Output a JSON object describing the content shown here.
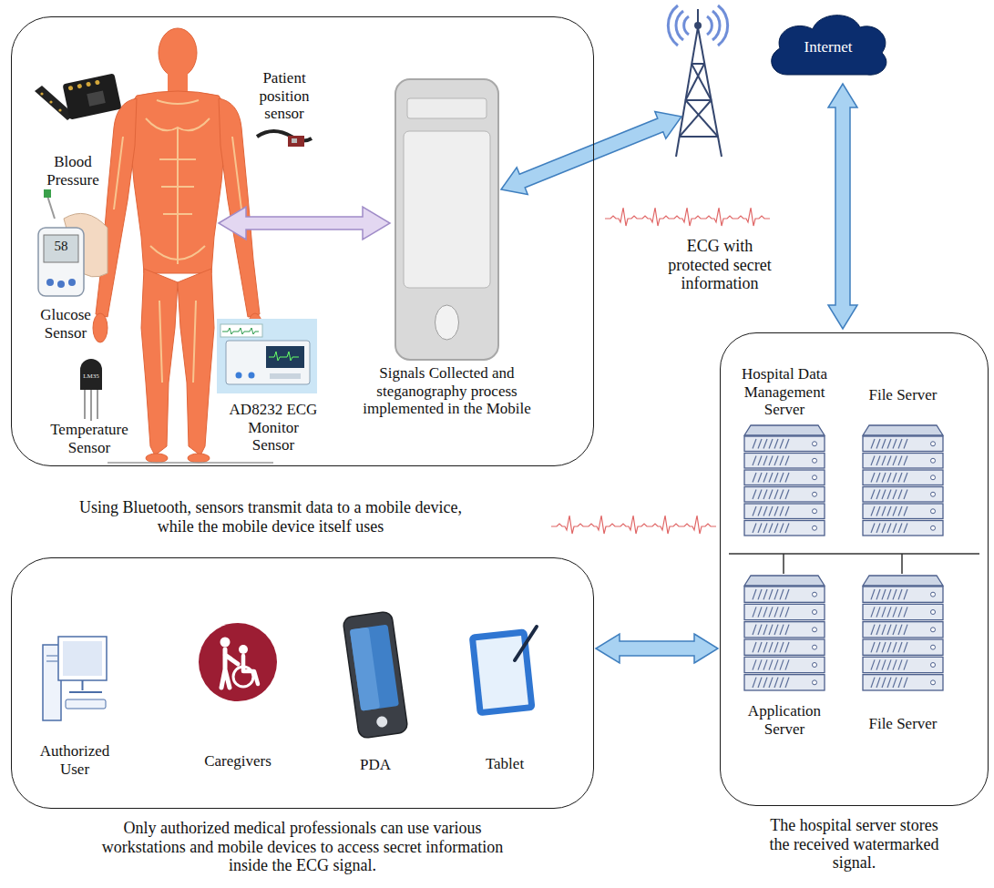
{
  "diagram": {
    "nodes": [
      {
        "text": [
          "Using Bluetooth, sensors transmit data to a mobile device, while the mobile device itself uses"
        ]
      },
      {
        "text": [
          "Signals Collected and steganography process implemented in the Mobile"
        ],
        "in": 0
      },
      {
        "text": [
          "Internet"
        ]
      },
      {
        "text": [
          "The hospital server stores the received watermarked signal."
        ]
      },
      {
        "text": [
          "Hospital Data Management Server"
        ],
        "in": 3
      },
      {
        "text": [
          "File Server"
        ],
        "in": 3
      },
      {
        "text": [
          "Application Server"
        ],
        "in": 3
      },
      {
        "text": [
          "File Server"
        ],
        "in": 3
      },
      {
        "text": [
          "Only authorized medical professionals can use various workstations and mobile devices to access secret information inside the ECG signal."
        ]
      },
      {
        "text": [
          "Authorized User"
        ],
        "in": 8
      },
      {
        "text": [
          "Caregivers"
        ],
        "in": 8
      },
      {
        "text": [
          "PDA"
        ],
        "in": 8
      },
      {
        "text": [
          "Tablet"
        ],
        "in": 8
      }
    ],
    "edges": [
      {
        "from": 2,
        "to": 3,
        "arrow": "both"
      },
      {
        "from": 8,
        "to": 3,
        "arrow": "both"
      }
    ],
    "labels": [
      "Blood Pressure",
      "Patient position sensor",
      "58",
      "Glucose Sensor",
      "LM35",
      "Temperature Sensor",
      "AD8232 ECG Monitor Sensor",
      "ECG with protected secret information"
    ]
  }
}
